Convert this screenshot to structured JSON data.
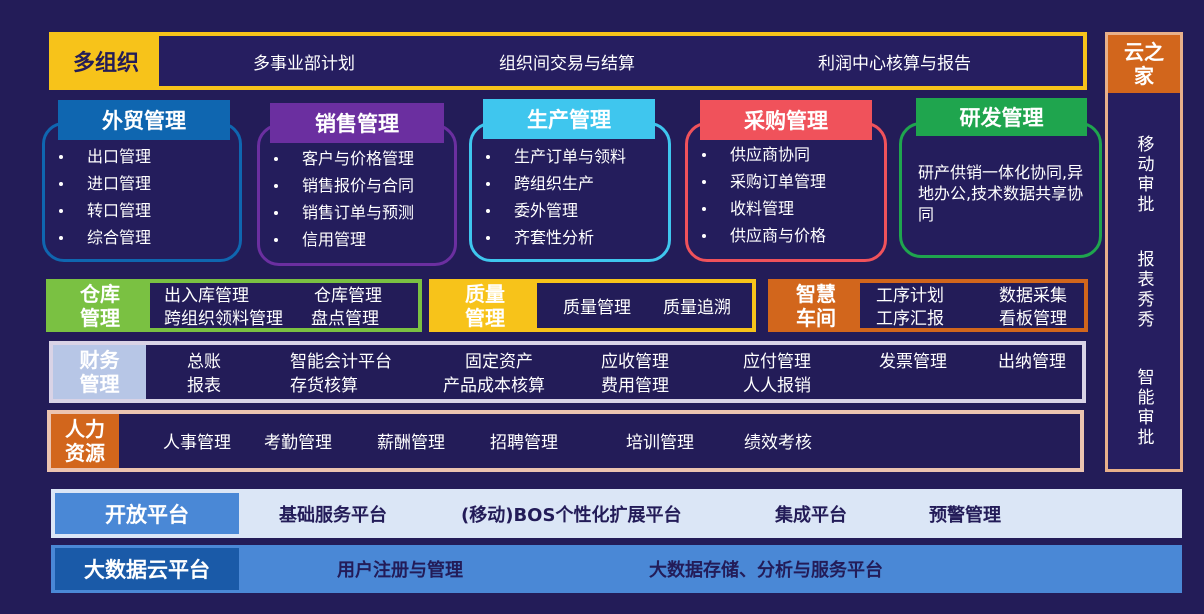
{
  "multi_org": {
    "title": "多组织",
    "items": [
      "多事业部计划",
      "组织间交易与结算",
      "利润中心核算与报告"
    ]
  },
  "cloud_home": {
    "title": "云之家",
    "items": [
      "移动审批",
      "报表秀秀",
      "智能审批"
    ]
  },
  "modules": [
    {
      "title": "外贸管理",
      "color": "#0f66b0",
      "items": [
        "出口管理",
        "进口管理",
        "转口管理",
        "综合管理"
      ]
    },
    {
      "title": "销售管理",
      "color": "#6b2fa0",
      "items": [
        "客户与价格管理",
        "销售报价与合同",
        "销售订单与预测",
        "信用管理"
      ]
    },
    {
      "title": "生产管理",
      "color": "#3fc6ee",
      "items": [
        "生产订单与领料",
        "跨组织生产",
        "委外管理",
        "齐套性分析"
      ]
    },
    {
      "title": "采购管理",
      "color": "#f0525b",
      "items": [
        "供应商协同",
        "采购订单管理",
        "收料管理",
        "供应商与价格"
      ]
    },
    {
      "title": "研发管理",
      "color": "#1fa54e",
      "text": "研产供销一体化协同,异地办公,技术数据共享协同"
    }
  ],
  "warehouse": {
    "title": "仓库管理",
    "items": [
      "出入库管理",
      "仓库管理",
      "跨组织领料管理",
      "盘点管理"
    ]
  },
  "quality": {
    "title": "质量管理",
    "items": [
      "质量管理",
      "质量追溯"
    ]
  },
  "smart_workshop": {
    "title": "智慧车间",
    "items": [
      "工序计划",
      "数据采集",
      "工序汇报",
      "看板管理"
    ]
  },
  "finance": {
    "title": "财务管理",
    "items": [
      "总账",
      "报表",
      "智能会计平台",
      "存货核算",
      "固定资产",
      "产品成本核算",
      "应收管理",
      "费用管理",
      "应付管理",
      "人人报销",
      "发票管理",
      "出纳管理"
    ]
  },
  "hr": {
    "title": "人力资源",
    "items": [
      "人事管理",
      "考勤管理",
      "薪酬管理",
      "招聘管理",
      "培训管理",
      "绩效考核"
    ]
  },
  "open_platform": {
    "title": "开放平台",
    "items": [
      "基础服务平台",
      "(移动)BOS个性化扩展平台",
      "集成平台",
      "预警管理"
    ]
  },
  "bigdata_platform": {
    "title": "大数据云平台",
    "items": [
      "用户注册与管理",
      "大数据存储、分析与服务平台"
    ]
  },
  "colors": {
    "background": "#231c58",
    "multi_org": "#f7c31a",
    "cloud_home": "#d2661c",
    "warehouse": "#7ac142",
    "quality": "#f7c31a",
    "smart_workshop": "#d2661c",
    "finance": "#b7c6e6",
    "hr": "#d2661c",
    "platform_dark": "#4a88d6",
    "platform_light": "#dbe6f6"
  }
}
